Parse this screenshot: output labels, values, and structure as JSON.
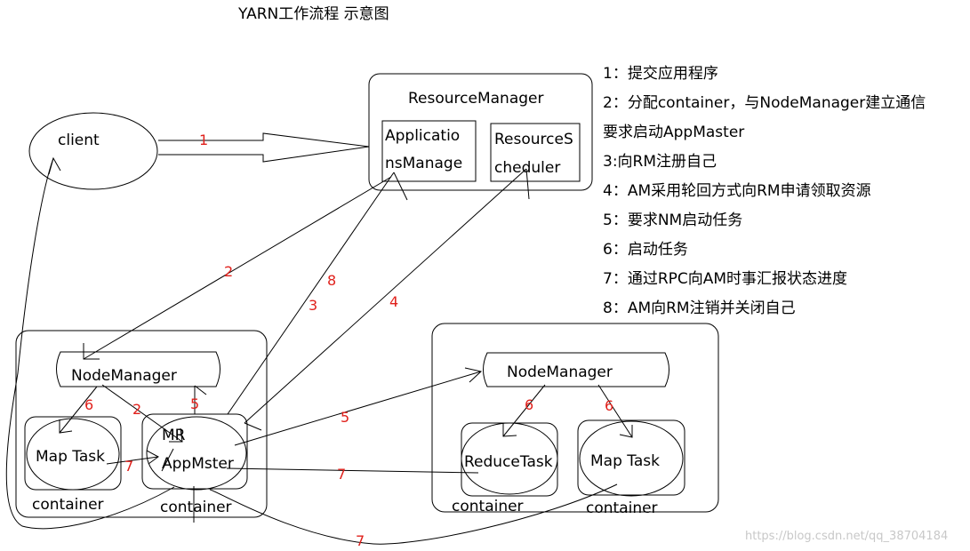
{
  "title": "YARN工作流程 示意图",
  "nodes": {
    "client": "client",
    "resource_manager": "ResourceManager",
    "applications_manager": [
      "Applicatio",
      "nsManage"
    ],
    "resource_scheduler": [
      "ResourceS",
      "cheduler"
    ],
    "node_manager_left": "NodeManager",
    "node_manager_right": "NodeManager",
    "map_task_left": "Map Task",
    "mr_appmaster": [
      "MR",
      "AppMster"
    ],
    "reduce_task": "ReduceTask",
    "map_task_right": "Map Task",
    "container": "container"
  },
  "edge_labels": {
    "e1": "1",
    "e2a": "2",
    "e2b": "2",
    "e3": "3",
    "e8": "8",
    "e4": "4",
    "e5a": "5",
    "e5b": "5",
    "e6a": "6",
    "e6b": "6",
    "e6c": "6",
    "e7a": "7",
    "e7b": "7",
    "e7c": "7"
  },
  "steps": [
    "1：提交应用程序",
    "2：分配container，与NodeManager建立通信",
    "要求启动AppMaster",
    "3:向RM注册自己",
    "4：AM采用轮回方式向RM申请领取资源",
    "5：要求NM启动任务",
    "6：启动任务",
    "7：通过RPC向AM时事汇报状态进度",
    "8：AM向RM注销并关闭自己"
  ],
  "watermark": "https://blog.csdn.net/qq_38704184",
  "colors": {
    "label": "#e0201b",
    "line": "#000000",
    "watermark": "#c8c8c8"
  }
}
